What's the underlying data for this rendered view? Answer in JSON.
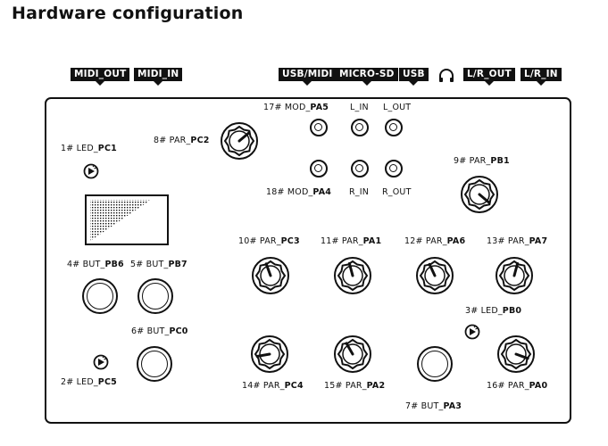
{
  "title": "Hardware configuration",
  "tags": {
    "midi_out": "MIDI_OUT",
    "midi_in": "MIDI_IN",
    "usb_midi": "USB/MIDI",
    "micro_sd": "MICRO-SD",
    "usb": "USB",
    "lr_out": "L/R_OUT",
    "lr_in": "L/R_IN"
  },
  "icons": {
    "headphone": "headphone-icon"
  },
  "jacks": {
    "mod_pa5": {
      "prefix": "17# MOD_",
      "pin": "PA5"
    },
    "mod_pa4": {
      "prefix": "18# MOD_",
      "pin": "PA4"
    },
    "l_in": "L_IN",
    "l_out": "L_OUT",
    "r_in": "R_IN",
    "r_out": "R_OUT"
  },
  "knobs": {
    "k8": {
      "prefix": "8# PAR_",
      "pin": "PC2"
    },
    "k9": {
      "prefix": "9# PAR_",
      "pin": "PB1"
    },
    "k10": {
      "prefix": "10# PAR_",
      "pin": "PC3"
    },
    "k11": {
      "prefix": "11# PAR_",
      "pin": "PA1"
    },
    "k12": {
      "prefix": "12# PAR_",
      "pin": "PA6"
    },
    "k13": {
      "prefix": "13# PAR_",
      "pin": "PA7"
    },
    "k14": {
      "prefix": "14# PAR_",
      "pin": "PC4"
    },
    "k15": {
      "prefix": "15# PAR_",
      "pin": "PA2"
    },
    "k16": {
      "prefix": "16# PAR_",
      "pin": "PA0"
    }
  },
  "leds": {
    "led1": {
      "prefix": "1# LED_",
      "pin": "PC1"
    },
    "led2": {
      "prefix": "2# LED_",
      "pin": "PC5"
    },
    "led3": {
      "prefix": "3# LED_",
      "pin": "PB0"
    }
  },
  "buttons": {
    "b4": {
      "prefix": "4# BUT_",
      "pin": "PB6"
    },
    "b5": {
      "prefix": "5# BUT_",
      "pin": "PB7"
    },
    "b6": {
      "prefix": "6# BUT_",
      "pin": "PC0"
    },
    "b7": {
      "prefix": "7# BUT_",
      "pin": "PA3"
    }
  }
}
